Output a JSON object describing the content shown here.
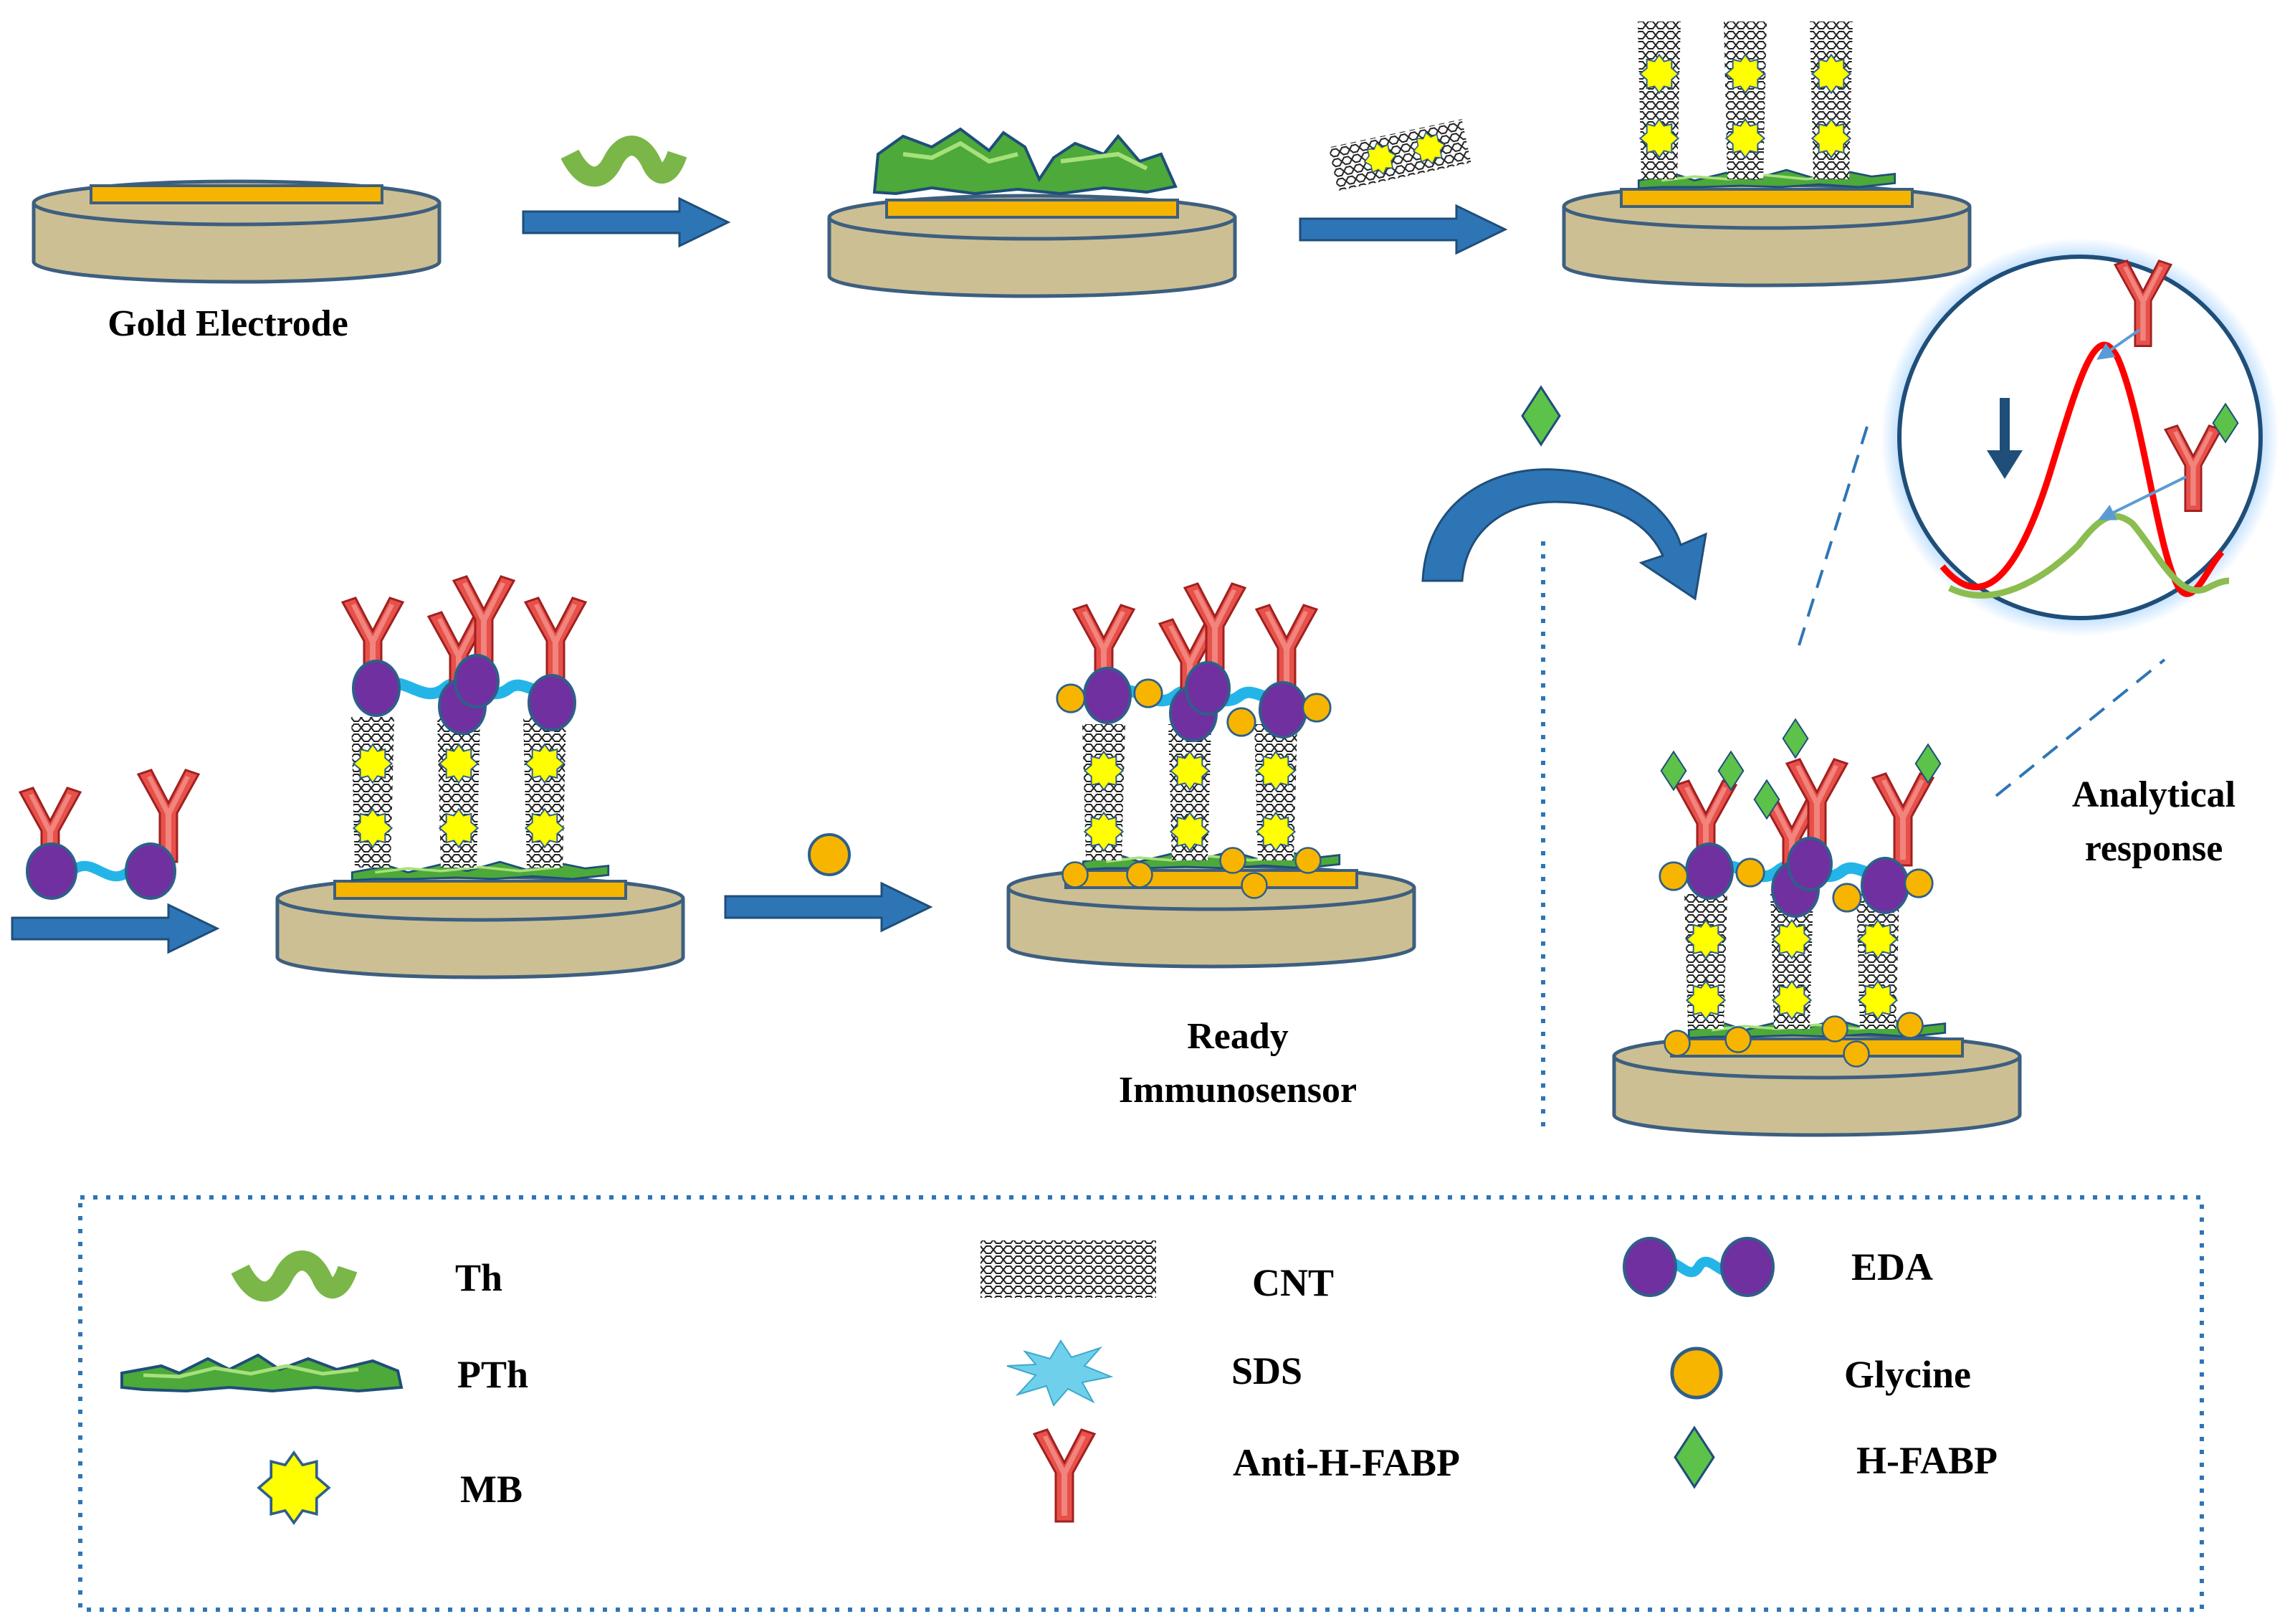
{
  "labels": {
    "gold_electrode": "Gold Electrode",
    "ready_line1": "Ready",
    "ready_line2": "Immunosensor",
    "analytical_line1": "Analytical",
    "analytical_line2": "response"
  },
  "legend": {
    "th": "Th",
    "pth": "PTh",
    "mb": "MB",
    "cnt": "CNT",
    "sds": "SDS",
    "anti_hfabp": "Anti-H-FABP",
    "eda": "EDA",
    "glycine": "Glycine",
    "hfabp": "H-FABP"
  },
  "colors": {
    "electrode_base": "#cdbf94",
    "electrode_border": "#3d5f7f",
    "gold_strip": "#f5b400",
    "arrow": "#2e75b6",
    "th_green": "#7ab648",
    "pth_green": "#4ca93a",
    "mb_yellow": "#ffff00",
    "antibody_red": "#e8504a",
    "antibody_pink": "#f6a6a0",
    "eda_purple": "#7030a0",
    "eda_link": "#24b5e8",
    "glycine_orange": "#f7b500",
    "hfabp_green": "#5cc24a",
    "sds_cyan": "#6fd0ec",
    "signal_red": "#ff0000",
    "signal_green": "#8bbd50",
    "dotted_border": "#2e75b6"
  }
}
